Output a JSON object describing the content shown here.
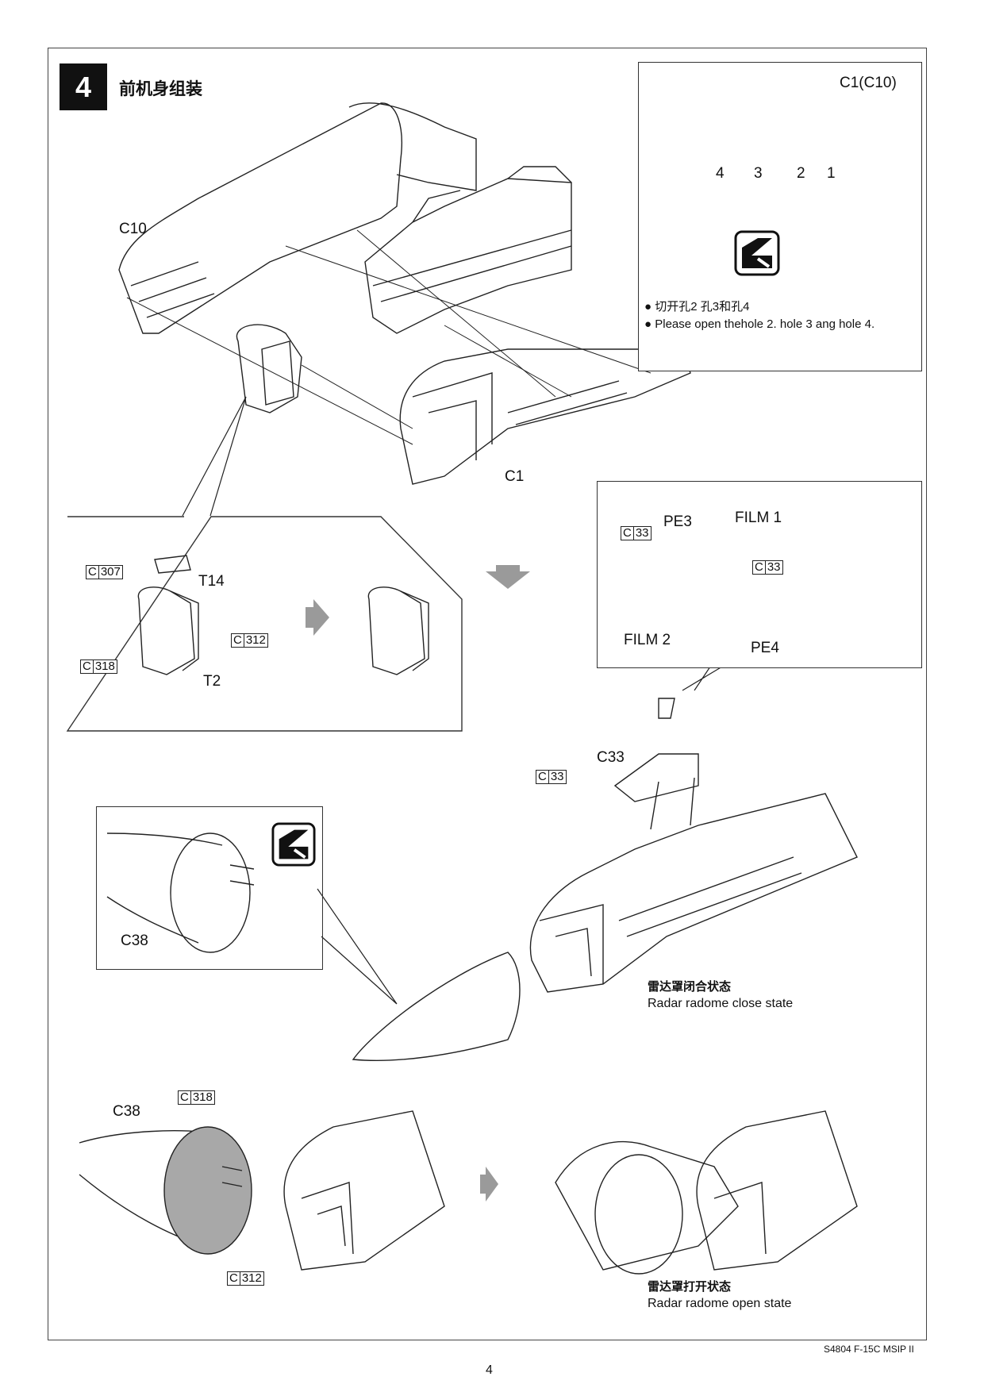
{
  "step": {
    "number": "4",
    "title": "前机身组装"
  },
  "parts": {
    "c10": "C10",
    "c1": "C1",
    "c33_main": "C33",
    "c38_inset": "C38",
    "c38_bottom": "C38",
    "t14": "T14",
    "t2": "T2",
    "pe3": "PE3",
    "pe4": "PE4",
    "film1": "FILM 1",
    "film2": "FILM 2"
  },
  "tags": {
    "c307": {
      "letter": "C",
      "num": "307"
    },
    "c312": {
      "letter": "C",
      "num": "312"
    },
    "c318": {
      "letter": "C",
      "num": "318"
    },
    "c33a": {
      "letter": "C",
      "num": "33"
    },
    "c33b": {
      "letter": "C",
      "num": "33"
    },
    "c33c": {
      "letter": "C",
      "num": "33"
    },
    "c318b": {
      "letter": "C",
      "num": "318"
    },
    "c312b": {
      "letter": "C",
      "num": "312"
    }
  },
  "detail_c1": {
    "title": "C1(C10)",
    "holes": [
      "4",
      "3",
      "2",
      "1"
    ],
    "note_cn": "切开孔2 孔3和孔4",
    "note_en": "Please open thehole 2. hole 3 ang hole 4.",
    "bullet": "●"
  },
  "captions": {
    "close_cn": "雷达罩闭合状态",
    "close_en": "Radar radome close state",
    "open_cn": "雷达罩打开状态",
    "open_en": "Radar radome open state"
  },
  "footer": {
    "model": "S4804 F-15C MSIP  II",
    "page": "4"
  },
  "icons": [
    "cutting-icon",
    "arrow-right-icon",
    "arrow-down-icon"
  ],
  "colors": {
    "ink": "#111111",
    "arrow_gray": "#9a9a9a",
    "radome_fill": "#a8a8a8"
  }
}
